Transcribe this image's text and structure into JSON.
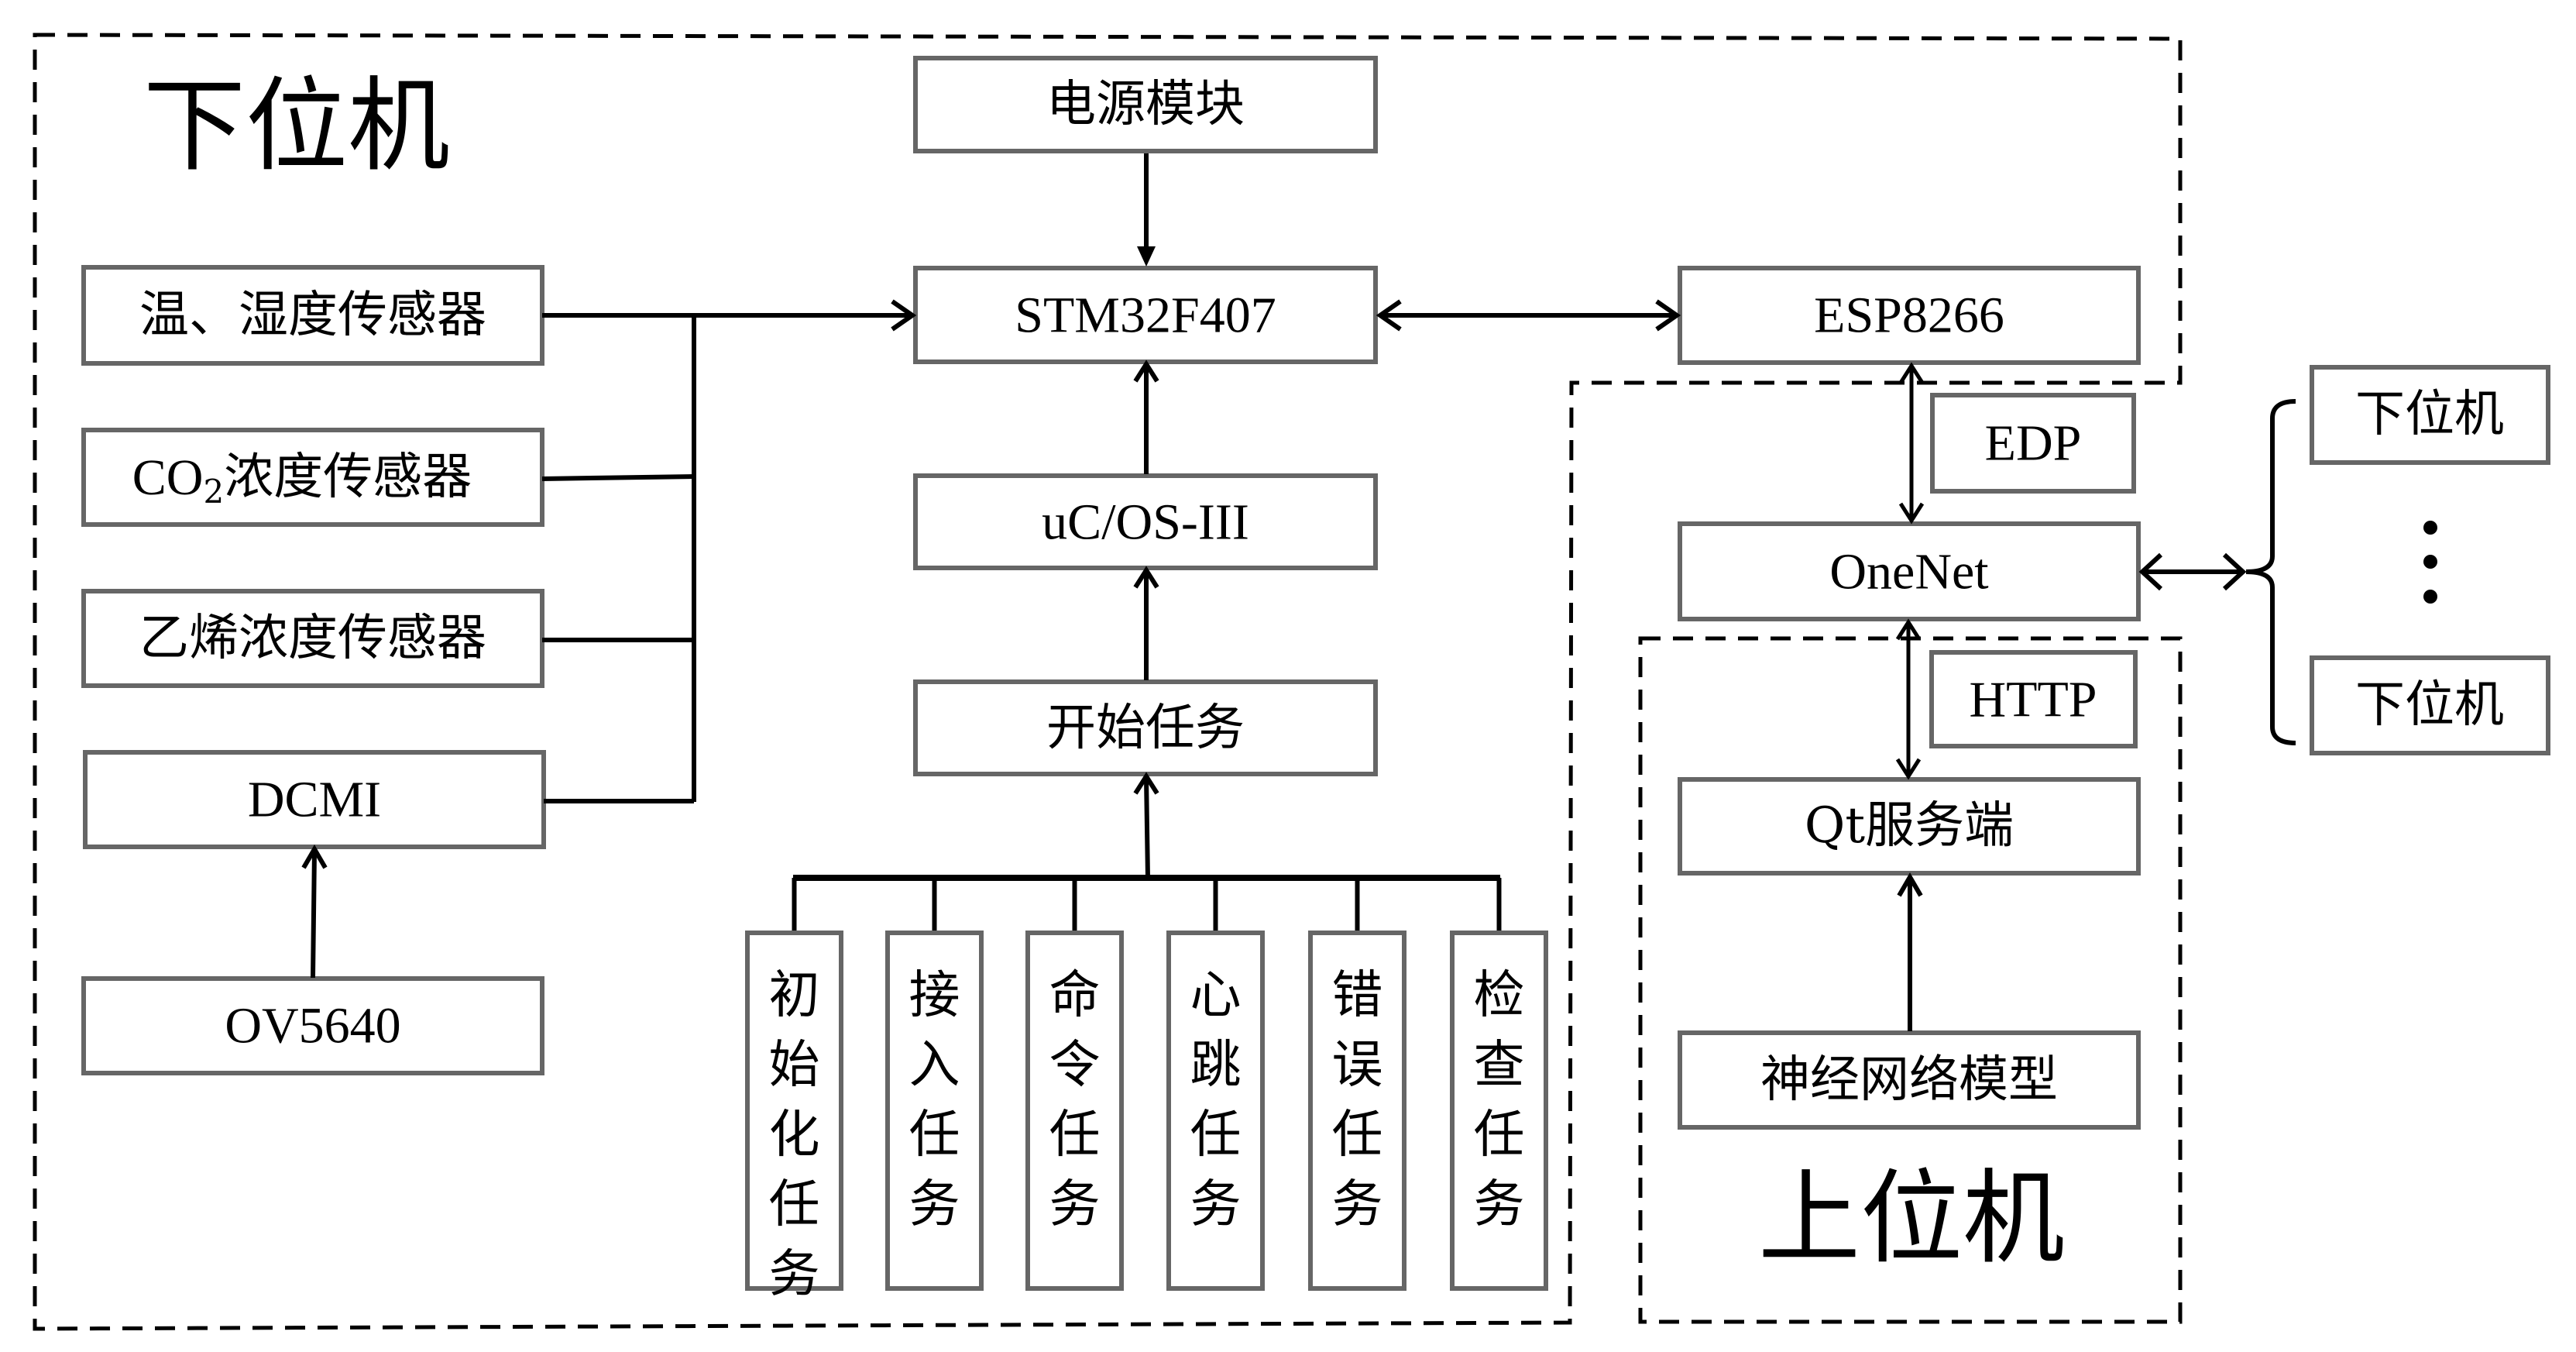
{
  "regions": {
    "lower_machine_title": "下位机",
    "upper_machine_title": "上位机"
  },
  "nodes": {
    "power": "电源模块",
    "mcu": "STM32F407",
    "wifi": "ESP8266",
    "rtos": "uC/OS-III",
    "start_task": "开始任务",
    "temp_humidity": "温、湿度传感器",
    "co2_prefix": "CO",
    "co2_sub": "2",
    "co2_suffix": "浓度传感器",
    "ethylene": "乙烯浓度传感器",
    "dcmi": "DCMI",
    "camera": "OV5640",
    "edp": "EDP",
    "cloud": "OneNet",
    "http": "HTTP",
    "qt_server": "Qt服务端",
    "nn_model": "神经网络模型",
    "remote_node_top": "下位机",
    "remote_node_bottom": "下位机"
  },
  "tasks": [
    {
      "chars": [
        "初",
        "始",
        "化",
        "任",
        "务"
      ]
    },
    {
      "chars": [
        "接",
        "入",
        "任",
        "务"
      ]
    },
    {
      "chars": [
        "命",
        "令",
        "任",
        "务"
      ]
    },
    {
      "chars": [
        "心",
        "跳",
        "任",
        "务"
      ]
    },
    {
      "chars": [
        "错",
        "误",
        "任",
        "务"
      ]
    },
    {
      "chars": [
        "检",
        "查",
        "任",
        "务"
      ]
    }
  ],
  "edges": [
    {
      "from": "power",
      "to": "mcu",
      "type": "arrow"
    },
    {
      "from": "sensors_bus",
      "to": "mcu",
      "type": "arrow"
    },
    {
      "from": "mcu",
      "to": "wifi",
      "type": "bidirectional"
    },
    {
      "from": "rtos",
      "to": "mcu",
      "type": "arrow"
    },
    {
      "from": "start_task",
      "to": "rtos",
      "type": "arrow"
    },
    {
      "from": "tasks_bus",
      "to": "start_task",
      "type": "arrow"
    },
    {
      "from": "camera",
      "to": "dcmi",
      "type": "arrow"
    },
    {
      "from": "wifi",
      "to": "cloud",
      "type": "bidirectional",
      "label": "EDP"
    },
    {
      "from": "cloud",
      "to": "qt_server",
      "type": "bidirectional",
      "label": "HTTP"
    },
    {
      "from": "nn_model",
      "to": "qt_server",
      "type": "arrow"
    },
    {
      "from": "cloud",
      "to": "remote_nodes",
      "type": "bidirectional"
    }
  ],
  "ellipsis_icon": "vertical-ellipsis"
}
